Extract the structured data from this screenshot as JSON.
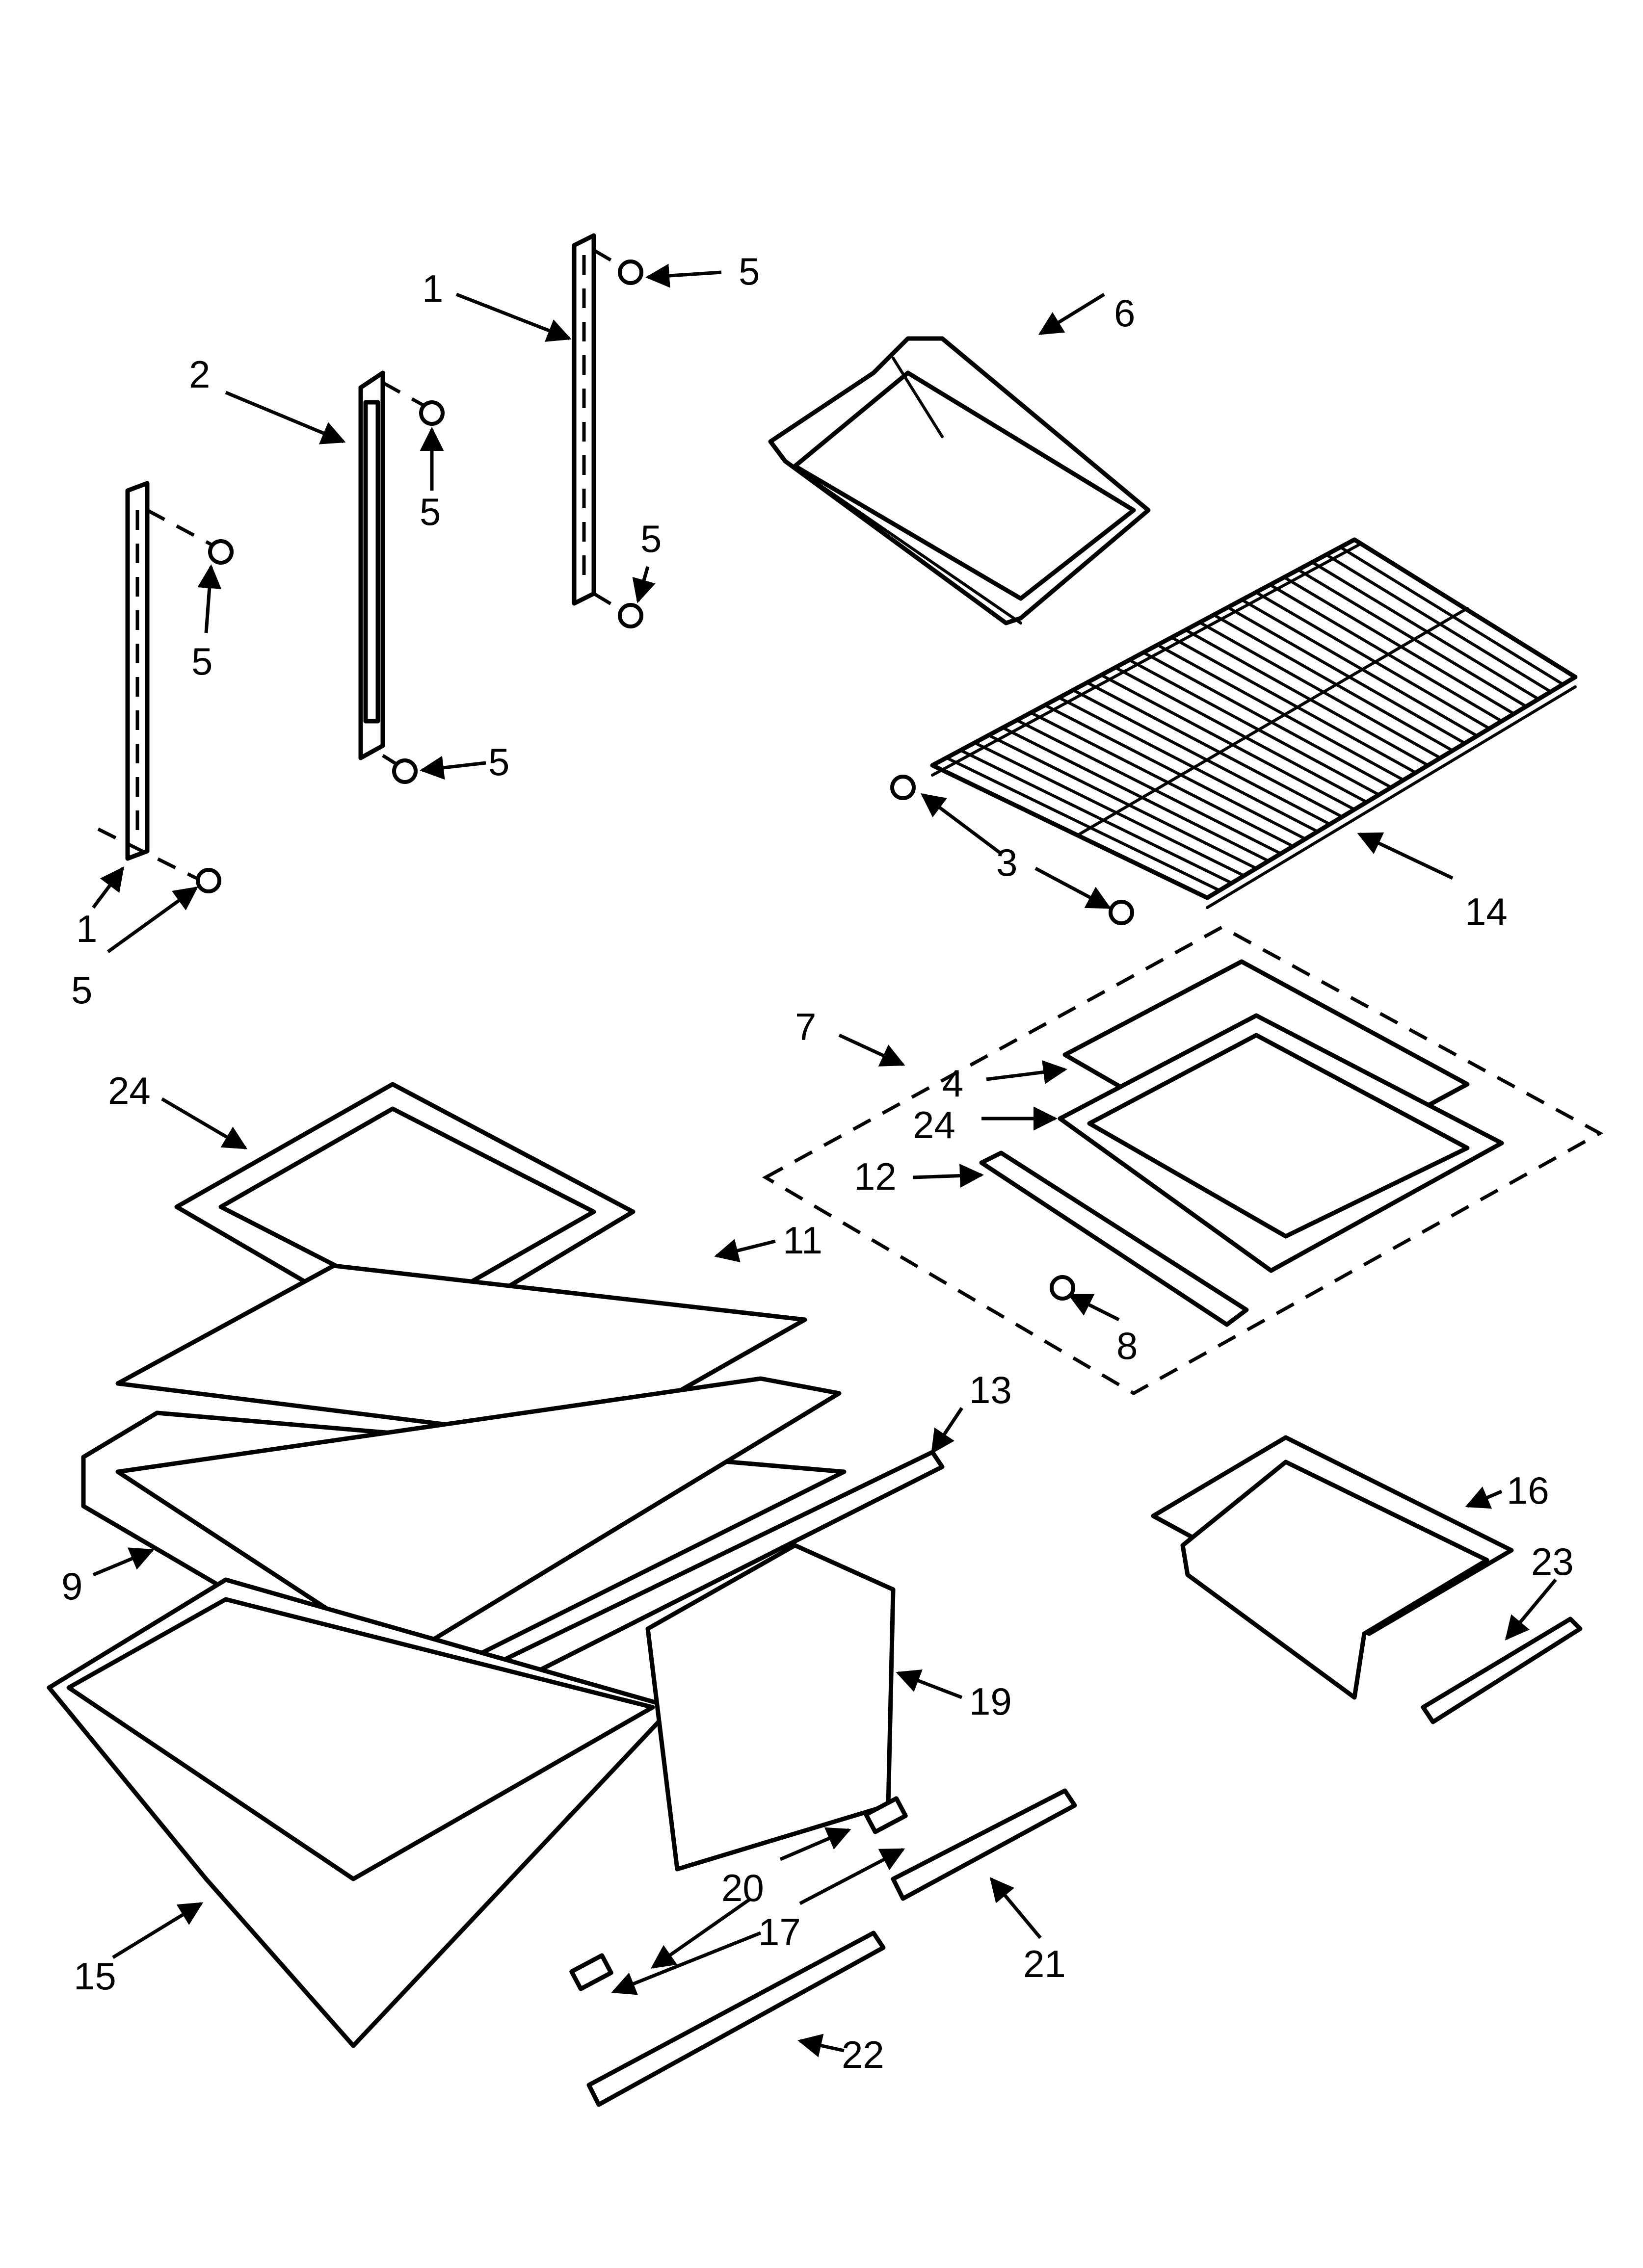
{
  "callouts": {
    "c1a": "1",
    "c1b": "1",
    "c2": "2",
    "c3": "3",
    "c4": "4",
    "c5a": "5",
    "c5b": "5",
    "c5c": "5",
    "c5d": "5",
    "c5e": "5",
    "c5f": "5",
    "c6": "6",
    "c7": "7",
    "c8": "8",
    "c9": "9",
    "c11": "11",
    "c12": "12",
    "c13": "13",
    "c14": "14",
    "c15": "15",
    "c16": "16",
    "c17": "17",
    "c19": "19",
    "c20": "20",
    "c21": "21",
    "c22": "22",
    "c23": "23",
    "c24a": "24",
    "c24b": "24"
  }
}
